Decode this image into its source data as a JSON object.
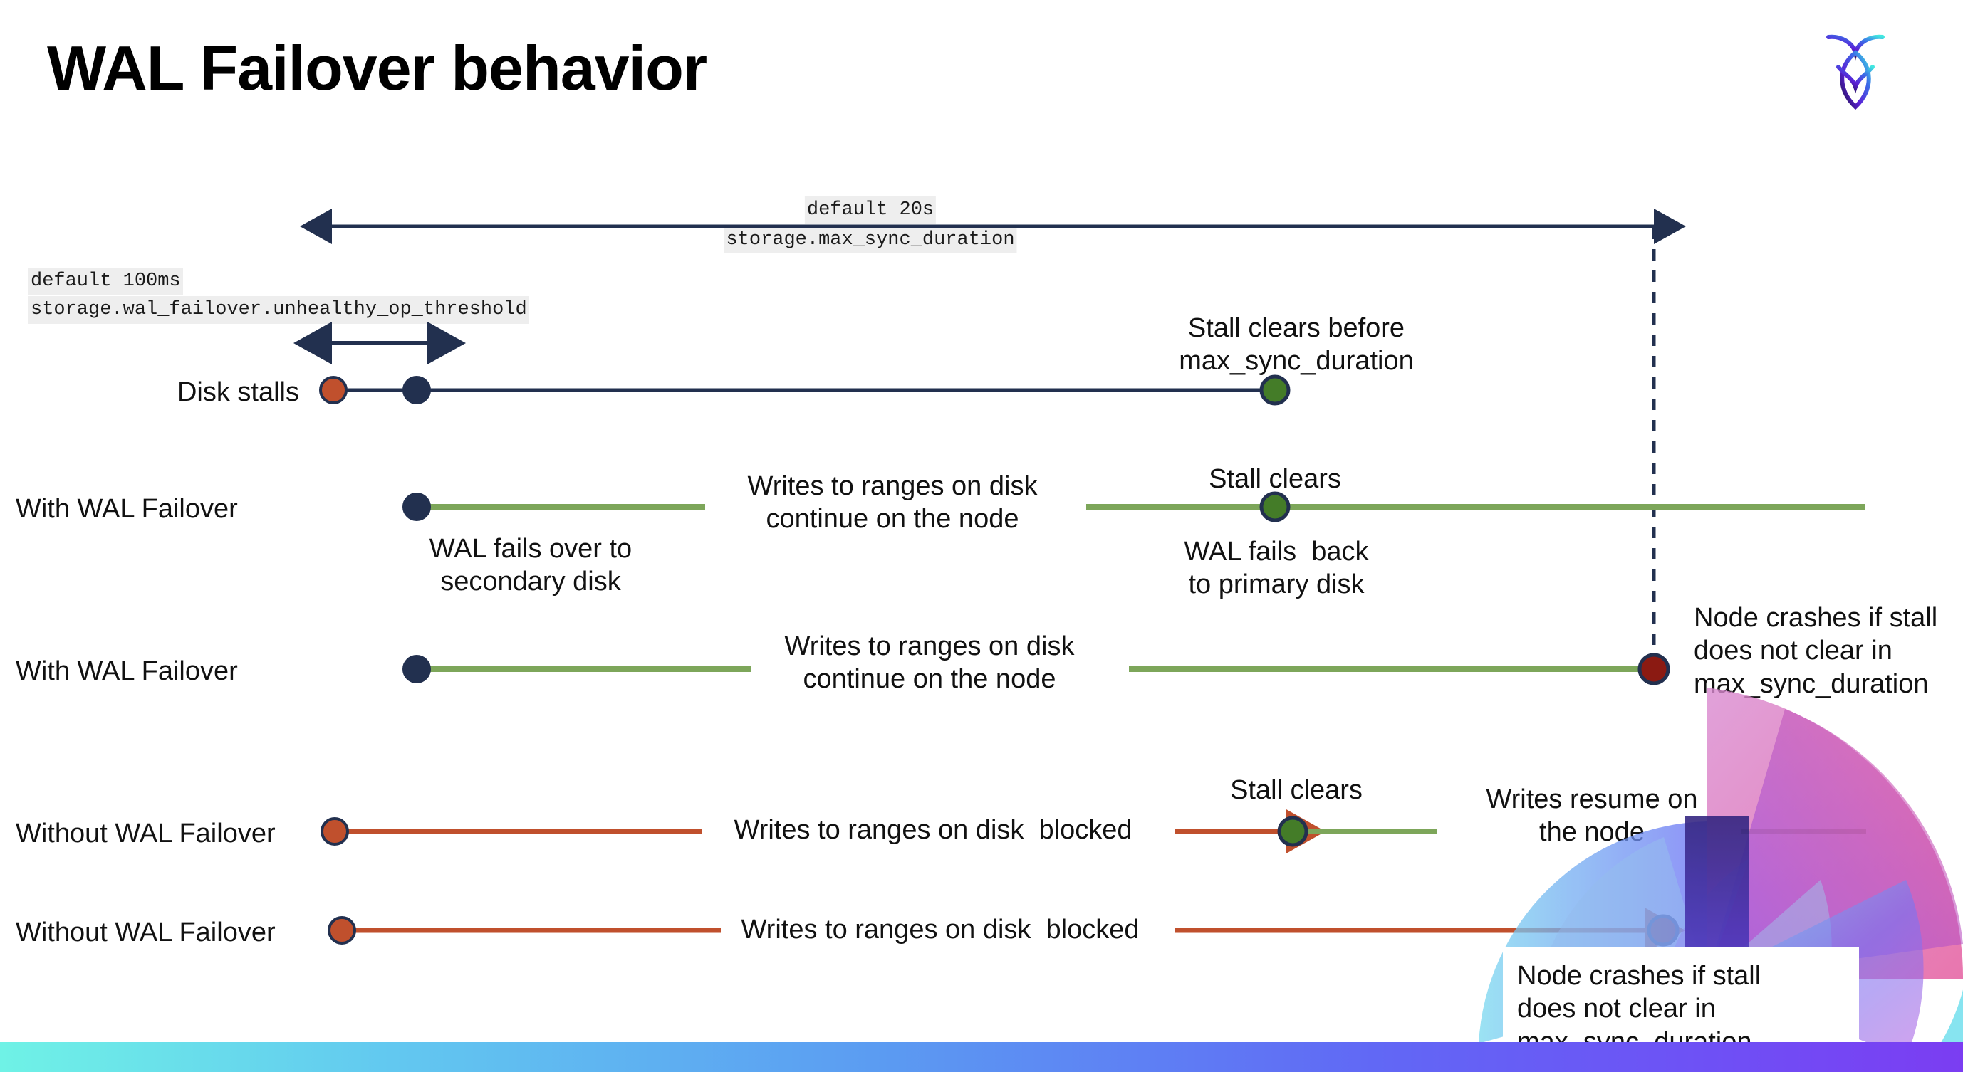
{
  "slide": {
    "title": "WAL Failover behavior",
    "logo_name": "cockroachdb-logo"
  },
  "settings": {
    "max_sync": {
      "default_label": "default 20s",
      "setting_name": "storage.max_sync_duration"
    },
    "unhealthy_op": {
      "default_label": "default 100ms",
      "setting_name": "storage.wal_failover.unhealthy_op_threshold"
    }
  },
  "rows": [
    {
      "id": "disk-stalls",
      "label": "Disk stalls",
      "annotation_top": "Stall clears before\nmax_sync_duration"
    },
    {
      "id": "with-wal-failover-1",
      "label": "With WAL Failover",
      "annotation_start": "WAL fails over to\nsecondary disk",
      "annotation_mid": "Writes to ranges on disk\ncontinue on the node",
      "annotation_clear": "Stall clears",
      "annotation_end": "WAL fails  back\nto primary disk"
    },
    {
      "id": "with-wal-failover-2",
      "label": "With WAL Failover",
      "annotation_mid": "Writes to ranges on disk\ncontinue on the node",
      "annotation_crash": "Node crashes if stall\ndoes not clear in\nmax_sync_duration"
    },
    {
      "id": "without-wal-failover-1",
      "label": "Without WAL Failover",
      "annotation_mid": "Writes to ranges on disk  blocked",
      "annotation_clear": "Stall clears",
      "annotation_resume": "Writes resume on\nthe node"
    },
    {
      "id": "without-wal-failover-2",
      "label": "Without WAL Failover",
      "annotation_mid": "Writes to ranges on disk  blocked",
      "annotation_crash": "Node crashes if stall\ndoes not clear in\nmax_sync_duration"
    }
  ],
  "colors": {
    "navy": "#22304f",
    "orange": "#c0502d",
    "green_marker": "#447c28",
    "green_line": "#7da65a",
    "dark_red": "#8b1a12",
    "code_bg": "#eeeeee",
    "bar_start": "#6ff2e6",
    "bar_end": "#7b3df2"
  },
  "markers": {
    "stall_start": "orange-dot",
    "failover_point": "navy-dot",
    "stall_clear": "green-dot",
    "node_crash": "dark-red-dot"
  }
}
